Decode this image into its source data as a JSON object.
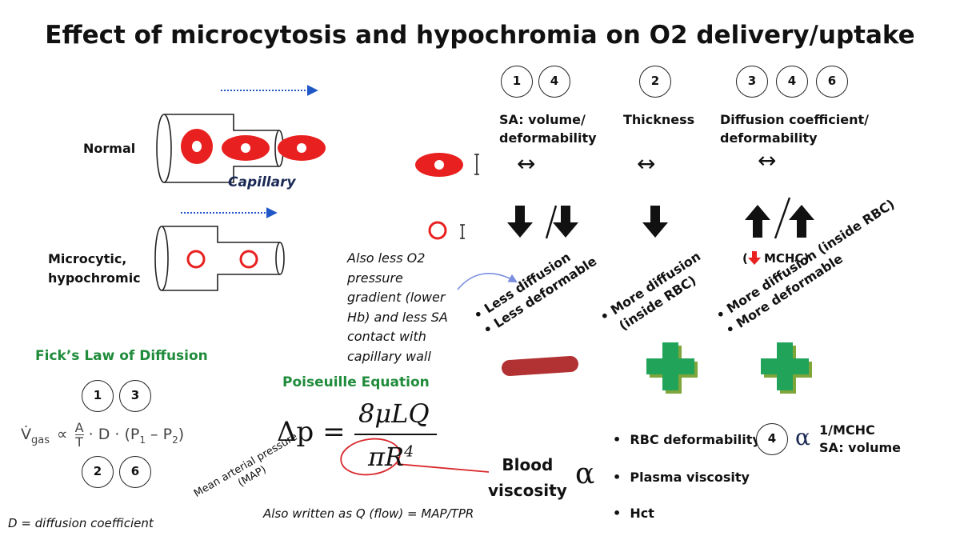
{
  "title": "Effect of microcytosis and hypochromia on O2 delivery/uptake",
  "left": {
    "normal_label": "Normal",
    "capillary_label": "Capillary",
    "microcytic_label_1": "Microcytic,",
    "microcytic_label_2": "hypochromic",
    "note_lines": [
      "Also less O2",
      "pressure",
      "gradient (lower",
      "Hb) and less SA",
      "contact with",
      "capillary wall"
    ]
  },
  "columns": [
    {
      "circles": [
        "1",
        "4"
      ],
      "heading": [
        "SA: volume/",
        "deformability"
      ],
      "normal_symbol": "↔",
      "effect_lines": [
        "Less diffusion",
        "Less deformable"
      ],
      "sign": "minus"
    },
    {
      "circles": [
        "2"
      ],
      "heading": [
        "Thickness"
      ],
      "normal_symbol": "↔",
      "effect_lines": [
        "More diffusion",
        "(inside RBC)"
      ],
      "sign": "plus"
    },
    {
      "circles": [
        "3",
        "4",
        "6"
      ],
      "heading": [
        "Diffusion coefficient/",
        "deformability"
      ],
      "normal_symbol": "↔",
      "mchc_note": "MCHC)",
      "mchc_open": "(",
      "effect_lines": [
        "More diffusion (inside RBC)",
        "More deformable"
      ],
      "sign": "plus"
    }
  ],
  "fick": {
    "title": "Fick’s Law of Diffusion",
    "top_circles": [
      "1",
      "3"
    ],
    "bottom_circles": [
      "2",
      "6"
    ],
    "equation": "V̇gas ∝ A/T · D · (P1 – P2)",
    "eq_v": "V̇",
    "eq_gas": "gas",
    "eq_prop": "∝",
    "eq_a": "A",
    "eq_t": "T",
    "eq_rest": "· D · (P",
    "eq_sub1": "1",
    "eq_mid": " – P",
    "eq_sub2": "2",
    "eq_close": ")",
    "footnote": "D = diffusion coefficient"
  },
  "poiseuille": {
    "title": "Poiseuille Equation",
    "lhs": "Δp =",
    "numerator": "8μLQ",
    "denominator_pi": "πR",
    "denominator_exp": "4",
    "map_label_1": "Mean arterial pressure",
    "map_label_2": "(MAP)",
    "also_written": "Also written as Q (flow) = MAP/TPR"
  },
  "viscosity": {
    "label_1": "Blood",
    "label_2": "viscosity",
    "alpha": "α",
    "factors": [
      "RBC deformability",
      "Plasma viscosity",
      "Hct"
    ],
    "circle": "4",
    "alpha2": "α",
    "relations": [
      "1/MCHC",
      "SA: volume"
    ]
  },
  "colors": {
    "rbc_red": "#e8201f",
    "minus_bar": "#b23133",
    "plus_green": "#22a35a",
    "fick_title": "#1f8b3b",
    "arrow_blue": "#1f57c7",
    "curve_blue": "#7a8ee0"
  }
}
